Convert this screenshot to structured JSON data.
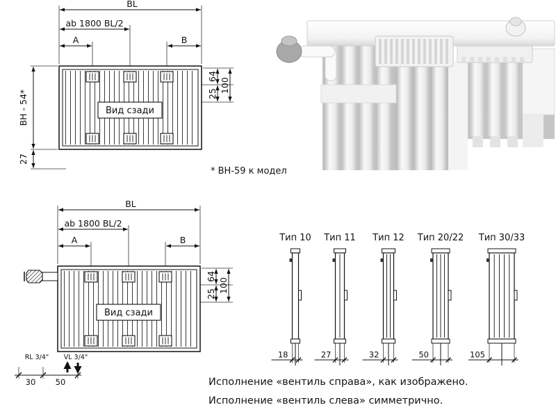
{
  "colors": {
    "ink": "#111111",
    "paper": "#ffffff"
  },
  "note_text": "* BH-59 к модел",
  "footer": {
    "line1": "Исполнение «вентиль  справа», как изображено.",
    "line2": "Исполнение «вентиль слева» симметрично."
  },
  "top_drawing": {
    "title": "Вид сзади",
    "dim_bl": "BL",
    "dim_ab": "ab 1800 BL/2",
    "dim_a": "A",
    "dim_b": "B",
    "dim_64": "64",
    "dim_100": "100",
    "dim_25": "25",
    "dim_bh": "BH - 54*",
    "dim_27": "27"
  },
  "bottom_drawing": {
    "title": "Вид сзади",
    "dim_bl": "BL",
    "dim_ab": "ab 1800 BL/2",
    "dim_a": "A",
    "dim_b": "B",
    "dim_64": "64",
    "dim_100": "100",
    "dim_25": "25",
    "dim_rl": "RL 3/4\"",
    "dim_vl": "VL 3/4\"",
    "dim_30": "30",
    "dim_50": "50"
  },
  "types": [
    {
      "label": "Тип 10",
      "depth": "18"
    },
    {
      "label": "Тип 11",
      "depth": "27"
    },
    {
      "label": "Тип 12",
      "depth": "32"
    },
    {
      "label": "Тип 20/22",
      "depth": "50"
    },
    {
      "label": "Тип 30/33",
      "depth": "105"
    }
  ]
}
